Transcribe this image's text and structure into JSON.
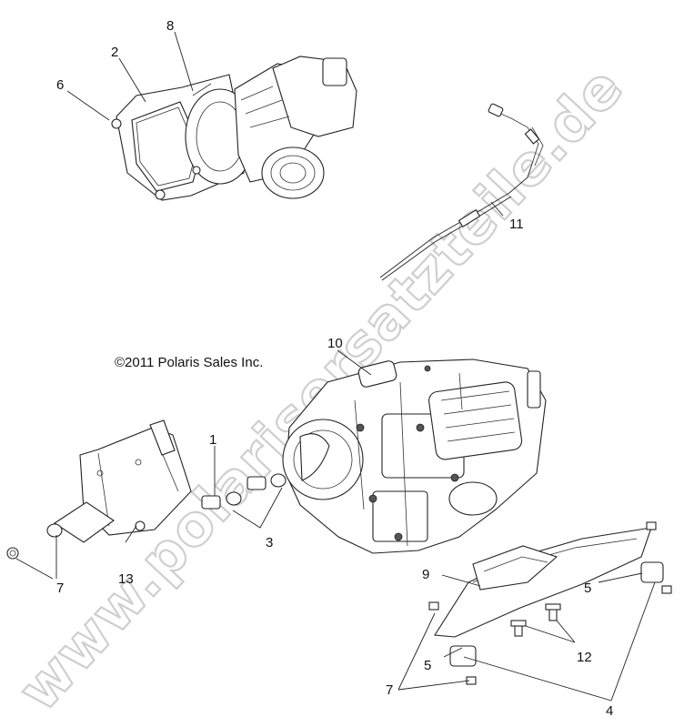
{
  "diagram": {
    "copyright": "©2011 Polaris Sales Inc.",
    "watermark": "www.polarisersatzteile.de",
    "callouts": [
      "1",
      "2",
      "3",
      "4",
      "5",
      "5",
      "6",
      "7",
      "7",
      "8",
      "9",
      "10",
      "11",
      "12",
      "13"
    ]
  }
}
